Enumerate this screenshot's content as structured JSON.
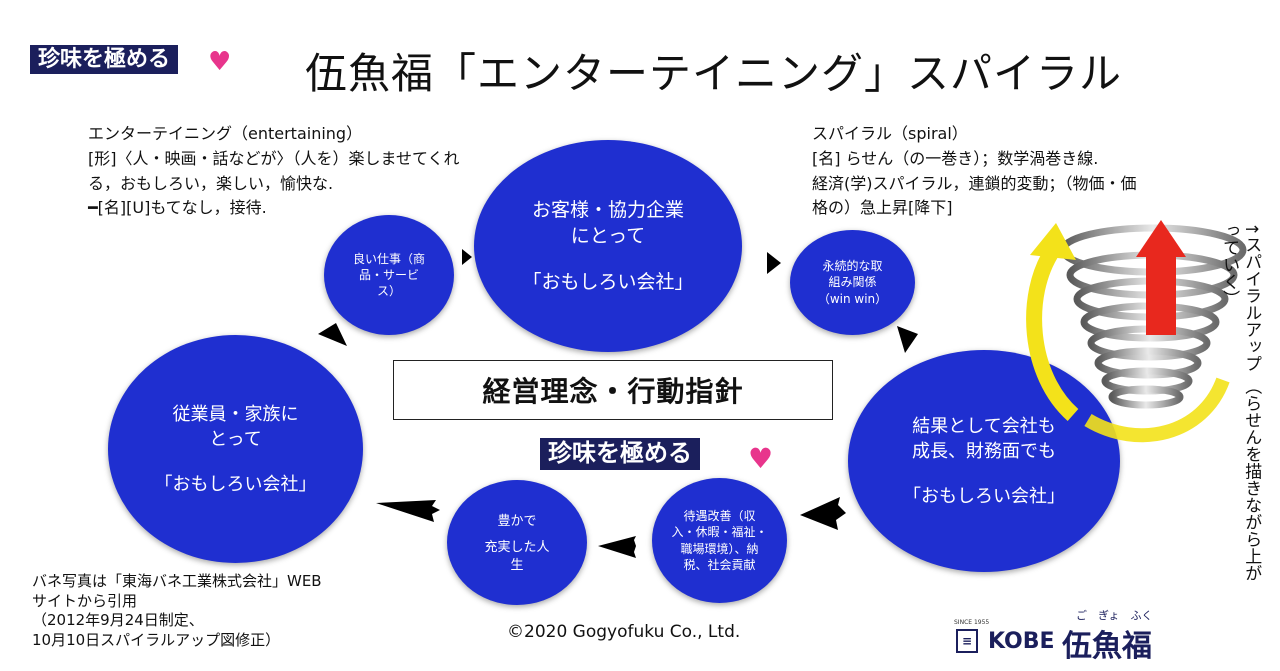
{
  "header": {
    "badge": "珍味を極める",
    "title": "伍魚福「エンターテイニング」スパイラル"
  },
  "definitions": {
    "entertaining": "エンターテイニング（entertaining）\n[形]〈人・映画・話などが〉（人を）楽しませてくれ\nる，おもしろい，楽しい，愉快な.\n━[名][U]もてなし，接待.",
    "spiral": "スパイラル（spiral）\n[名] らせん（の一巻き）；数学渦巻き線.\n経済(学)スパイラル，連鎖的変動；（物価・価\n格の）急上昇[降下]"
  },
  "circles": {
    "customers": {
      "line1": "お客様・協力企業\nにとって",
      "line2": "「おもしろい会社」"
    },
    "good_work": {
      "line1": "良い仕事（商\n品・サービ\nス）"
    },
    "relation": {
      "line1": "永続的な取\n組み関係\n（win win）"
    },
    "results": {
      "line1": "結果として会社も\n成長、財務面でも",
      "line2": "「おもしろい会社」"
    },
    "treatment": {
      "line1": "待遇改善（収\n入・休暇・福祉・\n職場環境）、納\n税、社会貢献"
    },
    "rich_life": {
      "line1": "豊かで",
      "line2": "充実した人\n生"
    },
    "employees": {
      "line1": "従業員・家族に\nとって",
      "line2": "「おもしろい会社」"
    }
  },
  "center": {
    "box_label": "経営理念・行動指針",
    "badge": "珍味を極める"
  },
  "spiral_note": {
    "line1": "↑スパイラルアップ",
    "line2": "（らせんを描きながら上がっていく）"
  },
  "footer": {
    "credit": "バネ写真は「東海バネ工業株式会社」WEB\nサイトから引用\n（2012年9月24日制定、\n 10月10日スパイラルアップ図修正）",
    "copyright": "©2020 Gogyofuku Co., Ltd.",
    "logo_kobe": "KOBE",
    "logo_name": "伍魚福",
    "logo_ruby": "ご　ぎょ　ふく",
    "logo_since": "SINCE 1955"
  },
  "colors": {
    "circle_blue": "#1f2fd0",
    "badge_navy": "#1b1f5c",
    "heart_pink": "#e8358c",
    "arrow_red": "#e8281e",
    "arrow_yellow": "#f3e21a"
  }
}
